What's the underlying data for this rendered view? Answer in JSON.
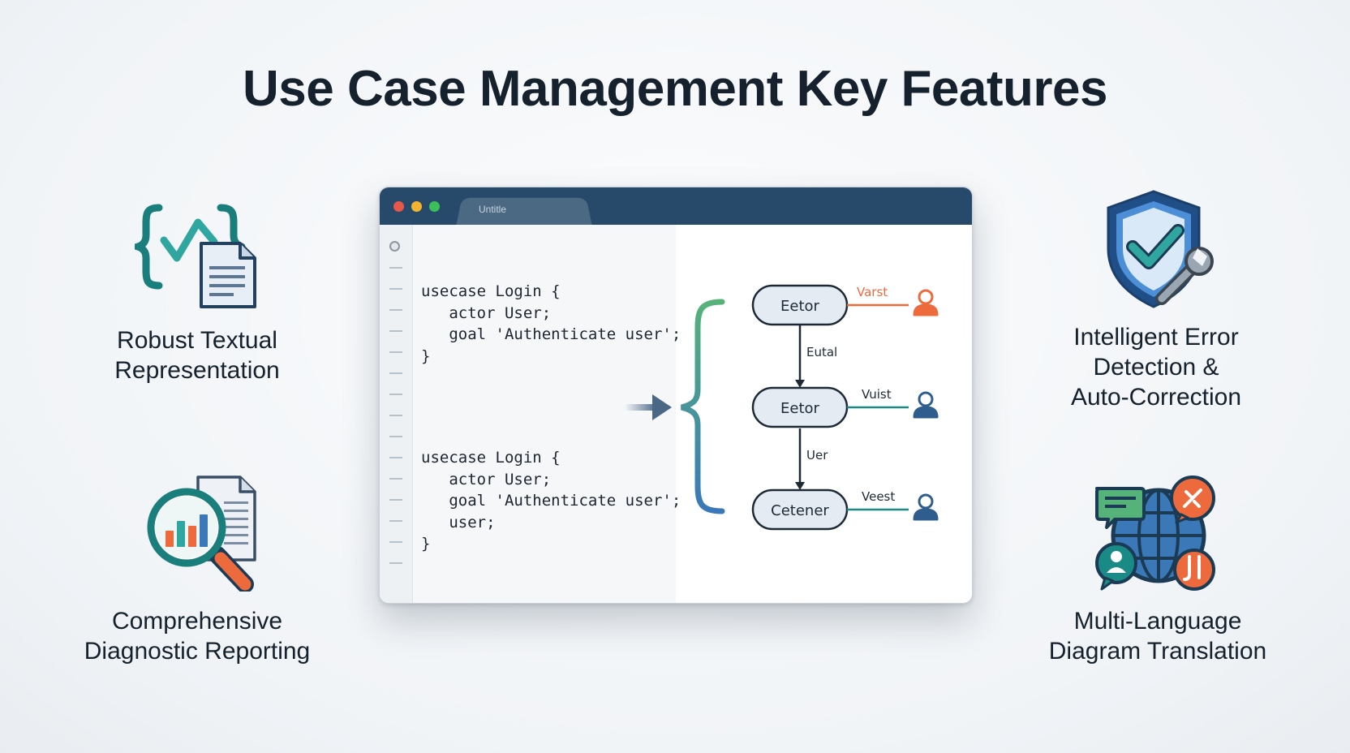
{
  "title": "Use Case Management Key Features",
  "features": {
    "textual": "Robust Textual\nRepresentation",
    "diagnostic": "Comprehensive\nDiagnostic Reporting",
    "error": "Intelligent Error\nDetection &\nAuto-Correction",
    "translation": "Multi-Language\nDiagram Translation"
  },
  "window": {
    "tab_label": "Untitle",
    "code_block_1": "usecase Login {\n   actor User;\n   goal 'Authenticate user';\n}",
    "code_block_2": "usecase Login {\n   actor User;\n   goal 'Authenticate user';\n   user;\n}"
  },
  "diagram": {
    "nodes": [
      "Eetor",
      "Eetor",
      "Cetener"
    ],
    "edges": [
      "Eutal",
      "Uer"
    ],
    "actors": [
      "Varst",
      "Vuist",
      "Veest"
    ]
  },
  "colors": {
    "teal": "#1a8a86",
    "navy": "#284a6a",
    "orange": "#ec6a3c",
    "blue": "#3a78b8",
    "green": "#55b37a"
  }
}
